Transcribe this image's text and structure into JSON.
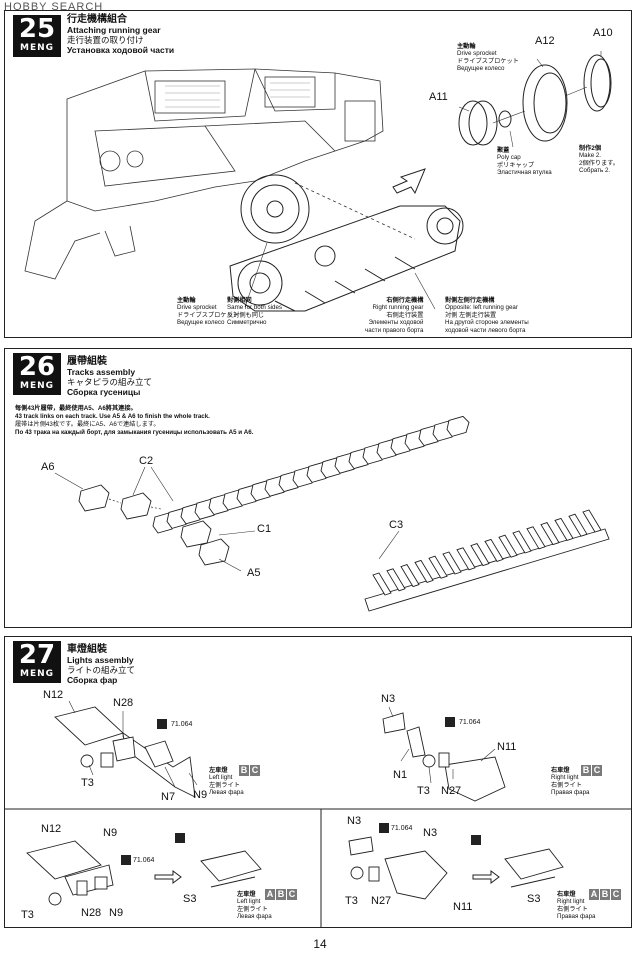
{
  "watermark": "HOBBY SEARCH",
  "page_number": "14",
  "brand": "MENG",
  "step25": {
    "number": "25",
    "title_cn": "行走機構組合",
    "title_en": "Attaching running gear",
    "title_jp": "走行装置の取り付け",
    "title_ru": "Установка ходовой части",
    "parts": [
      "A12",
      "A10",
      "A11"
    ],
    "drive_sprocket": [
      "主動輪",
      "Drive sprocket",
      "ドライブスプロケット",
      "Ведущее колесо"
    ],
    "poly_cap": [
      "聚蓋",
      "Poly cap",
      "ポリキャップ",
      "Эластичная втулка"
    ],
    "make_two": [
      "制作2個",
      "Make 2.",
      "2個作ります。",
      "Собрать 2."
    ],
    "sprocket_bottom": [
      "主動輪",
      "Drive sprocket",
      "ドライブスプロケット",
      "Ведущее колесо"
    ],
    "same_both": [
      "對側相同",
      "Same for both sides",
      "反対側も同じ",
      "Симметрично"
    ],
    "right_gear": [
      "右側行走機構",
      "Right running gear",
      "右側走行装置",
      "Элементы ходовой",
      "части правого борта"
    ],
    "opposite": [
      "對側左側行走機構",
      "Opposite: left running gear",
      "対側 左側走行装置",
      "На другой стороне элементы",
      "ходовой части левого борта"
    ]
  },
  "step26": {
    "number": "26",
    "title_cn": "履帶組裝",
    "title_en": "Tracks assembly",
    "title_jp": "キャタピラの組み立て",
    "title_ru": "Сборка гусеницы",
    "notes": [
      "每側43片履帶，最終使用A5、A6將其連接。",
      "43 track links on each track.  Use A5 & A6 to finish the whole track.",
      "履帯は片側43枚です。最終にA5、A6で連結します。",
      "По 43 трака на каждый борт, для замыкания гусеницы использовать А5 и А6."
    ],
    "parts": [
      "A6",
      "C2",
      "C1",
      "A5",
      "C3"
    ]
  },
  "step27": {
    "number": "27",
    "title_cn": "車燈組裝",
    "title_en": "Lights assembly",
    "title_jp": "ライトの組み立て",
    "title_ru": "Сборка фар",
    "paint_code": "71.064",
    "left_parts": [
      "N12",
      "N28",
      "T3",
      "N7",
      "N9"
    ],
    "right_parts": [
      "N3",
      "N1",
      "N11",
      "T3",
      "N27"
    ],
    "bottom_left_parts": [
      "N12",
      "N9",
      "T3",
      "N28",
      "N9",
      "S3"
    ],
    "bottom_right_parts": [
      "N3",
      "N3",
      "T3",
      "N27",
      "N11",
      "S3"
    ],
    "left_light": [
      "左車燈",
      "Left light",
      "左側ライト",
      "Левая фара"
    ],
    "right_light": [
      "右車燈",
      "Right light",
      "右側ライト",
      "Правая фара"
    ],
    "badge_bc": [
      "B",
      "C"
    ],
    "badge_abc": [
      "A",
      "B",
      "C"
    ]
  },
  "colors": {
    "ink": "#111111",
    "badge": "#7a7a7a",
    "line": "#333333"
  }
}
